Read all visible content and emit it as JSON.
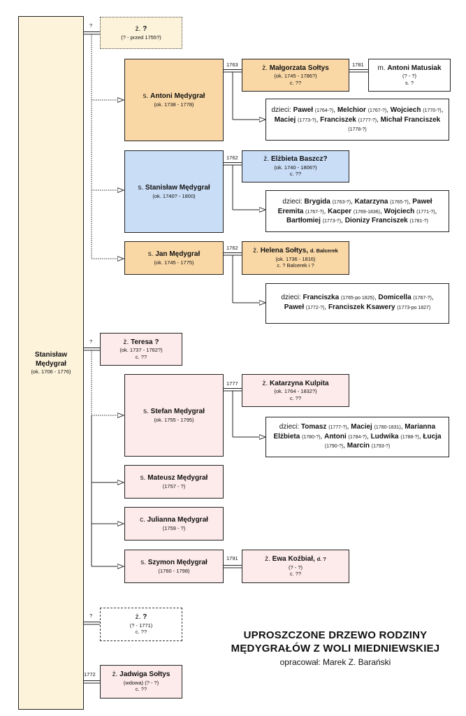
{
  "title": {
    "line1": "UPROSZCZONE DRZEWO RODZINY",
    "line2": "MĘDYGRAŁÓW Z WOLI MIEDNIEWSKIEJ",
    "credit": "opracował: Marek Z. Barański"
  },
  "root": {
    "prefix": "",
    "name": "Stanisław Mędygrał",
    "dates": "(ok. 1706 - 1776)"
  },
  "wives": [
    {
      "year": "?",
      "prefix": "ż.",
      "name": "?",
      "dates": "(? - przed 1755?)",
      "extra": ""
    },
    {
      "year": "?",
      "prefix": "ż.",
      "name": "Teresa ?",
      "dates": "(ok. 1737 - 1762?)",
      "extra": "c. ??"
    },
    {
      "year": "?",
      "prefix": "ż.",
      "name": "?",
      "dates": "(? - 1771)",
      "extra": "c. ??"
    },
    {
      "year": "1772",
      "prefix": "ż.",
      "name": "Jadwiga Sołtys",
      "dates": "(wdowa) (? - ?)",
      "extra": "c. ??"
    }
  ],
  "children": [
    {
      "prefix": "s.",
      "name": "Antoni Mędygrał",
      "dates": "(ok. 1738 - 1778)"
    },
    {
      "prefix": "s.",
      "name": "Stanisław Mędygrał",
      "dates": "(ok. 1740? - 1800)"
    },
    {
      "prefix": "s.",
      "name": "Jan Mędygrał",
      "dates": "(ok. 1745 - 1775)"
    },
    {
      "prefix": "s.",
      "name": "Stefan Mędygrał",
      "dates": "(ok. 1755 - 1795)"
    },
    {
      "prefix": "s.",
      "name": "Mateusz Mędygrał",
      "dates": "(1757 - ?)"
    },
    {
      "prefix": "c.",
      "name": "Julianna Mędygrał",
      "dates": "(1759 - ?)"
    },
    {
      "prefix": "s.",
      "name": "Szymon Mędygrał",
      "dates": "(1760 - 1798)"
    }
  ],
  "spouses": [
    {
      "year": "1763",
      "prefix": "ż.",
      "name": "Małgorzata Sołtys",
      "note": "",
      "dates": "(ok. 1745 - 1786?)",
      "extra": "c. ??"
    },
    {
      "year": "1762",
      "prefix": "ż.",
      "name": "Elżbieta Baszcz?",
      "note": "",
      "dates": "(ok. 1740 - 1806?)",
      "extra": "c. ??"
    },
    {
      "year": "1762",
      "prefix": "ż.",
      "name": "Helena Sołtys,",
      "note": "d. Balcerek",
      "dates": "(ok. 1736 - 1816)",
      "extra": "c. ? Balcerek i ?"
    },
    {
      "year": "1777",
      "prefix": "ż.",
      "name": "Katarzyna Kulpita",
      "note": "",
      "dates": "(ok. 1764 - 1832?)",
      "extra": "c. ??"
    },
    {
      "year": "1791",
      "prefix": "ż.",
      "name": "Ewa Koźbiał,",
      "note": "d. ?",
      "dates": "(? - ?)",
      "extra": "c. ??"
    }
  ],
  "second_husband": {
    "year": "1781",
    "prefix": "m.",
    "name": "Antoni Matusiak",
    "dates": "(? - ?)",
    "extra": "s. ?"
  },
  "children_lists": [
    {
      "label": "dzieci:",
      "items": [
        {
          "n": "Paweł",
          "d": "(1764-?)",
          "sep": ","
        },
        {
          "n": "Melchior",
          "d": "(1767-?)",
          "sep": ","
        },
        {
          "n": "Wojciech",
          "d": "(1770-?)",
          "sep": ","
        },
        {
          "n": "Maciej",
          "d": "(1773-?)",
          "sep": ","
        },
        {
          "n": "Franciszek",
          "d": "(1777-?)",
          "sep": ","
        },
        {
          "n": "Michał Franciszek",
          "d": "(1778-?)",
          "sep": ""
        }
      ]
    },
    {
      "label": "dzieci:",
      "items": [
        {
          "n": "Brygida",
          "d": "(1763-?)",
          "sep": ","
        },
        {
          "n": "Katarzyna",
          "d": "(1765-?)",
          "sep": ","
        },
        {
          "n": "Paweł Eremita",
          "d": "(1767-?)",
          "sep": ","
        },
        {
          "n": "Kacper",
          "d": "(1769-1836)",
          "sep": ","
        },
        {
          "n": "Wojciech",
          "d": "(1771-?)",
          "sep": ","
        },
        {
          "n": "Bartłomiej",
          "d": "(1773-?)",
          "sep": ","
        },
        {
          "n": "Dionizy Franciszek",
          "d": "(1781-?)",
          "sep": ""
        }
      ]
    },
    {
      "label": "dzieci:",
      "items": [
        {
          "n": "Franciszka",
          "d": "(1765-po 1825)",
          "sep": ","
        },
        {
          "n": "Domicella",
          "d": "(1767-?)",
          "sep": ","
        },
        {
          "n": "Paweł",
          "d": "(1772-?)",
          "sep": ","
        },
        {
          "n": "Franciszek Ksawery",
          "d": "(1773-po 1827)",
          "sep": ""
        }
      ]
    },
    {
      "label": "dzieci:",
      "items": [
        {
          "n": "Tomasz",
          "d": "(1777-?)",
          "sep": ","
        },
        {
          "n": "Maciej",
          "d": "(1780-1831)",
          "sep": ","
        },
        {
          "n": "Marianna Elżbieta",
          "d": "(1780-?)",
          "sep": ","
        },
        {
          "n": "Antoni",
          "d": "(1784-?)",
          "sep": ","
        },
        {
          "n": "Ludwika",
          "d": "(1788-?)",
          "sep": ","
        },
        {
          "n": "Łucja",
          "d": "(1790-?)",
          "sep": ","
        },
        {
          "n": "Marcin",
          "d": "(1793-?)",
          "sep": ""
        }
      ]
    }
  ],
  "colors": {
    "first_marriage": "#fad8a6",
    "stanislaw_jr": "#c9ddf6",
    "second_marriage": "#fdeaea",
    "unknown_wife": "#fdf2da"
  }
}
